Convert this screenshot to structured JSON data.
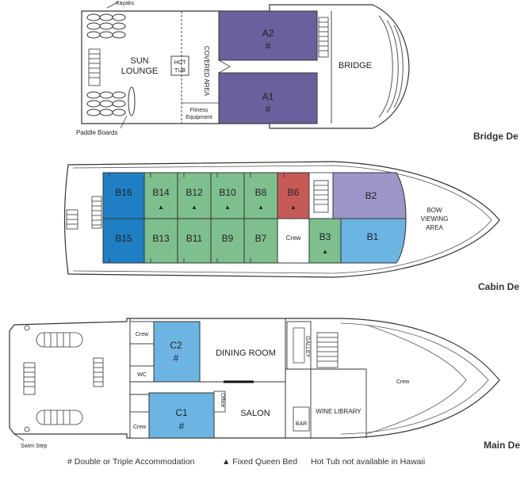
{
  "colors": {
    "purple_suite": "#6b5f9e",
    "green_cabin": "#7ebf8e",
    "blue_dark": "#1f7fc4",
    "blue_light": "#6cb4e2",
    "red_cabin": "#c65a57",
    "lavender": "#9d96c8"
  },
  "bridge_deck": {
    "title": "Bridge De",
    "kayaks": "Kayaks",
    "paddle_boards": "Paddle Boards",
    "sun_lounge": [
      "SUN",
      "LOUNGE"
    ],
    "hot_tub": [
      "HOT",
      "TUB"
    ],
    "covered_area": "COVERED AREA",
    "fitness": [
      "Fitness",
      "Equipment"
    ],
    "bridge": "BRIDGE",
    "a2": "A2",
    "a1": "A1",
    "hash": "#"
  },
  "cabin_deck": {
    "title": "Cabin De",
    "top_row": [
      "B16",
      "B14",
      "B12",
      "B10",
      "B8",
      "B6"
    ],
    "bottom_row": [
      "B15",
      "B13",
      "B11",
      "B9",
      "B7"
    ],
    "crew": "Crew",
    "b3": "B3",
    "b2": "B2",
    "b1": "B1",
    "bow_area": [
      "BOW",
      "VIEWING",
      "AREA"
    ],
    "queen_bed_mark": "▲"
  },
  "main_deck": {
    "title": "Main De",
    "crew": "Crew",
    "wc": "WC",
    "c2": "C2",
    "c1": "C1",
    "hash": "#",
    "dining": "DINING ROOM",
    "galley": "GALLEY",
    "salon": "SALON",
    "office": "Office",
    "bar": "BAR",
    "wine": "WINE LIBRARY",
    "swim_step": "Swim Step"
  },
  "legend": {
    "double": "# Double or Triple Accommodation",
    "queen": "▲ Fixed Queen Bed",
    "hot_tub_note": "Hot Tub not available in Hawaii"
  }
}
